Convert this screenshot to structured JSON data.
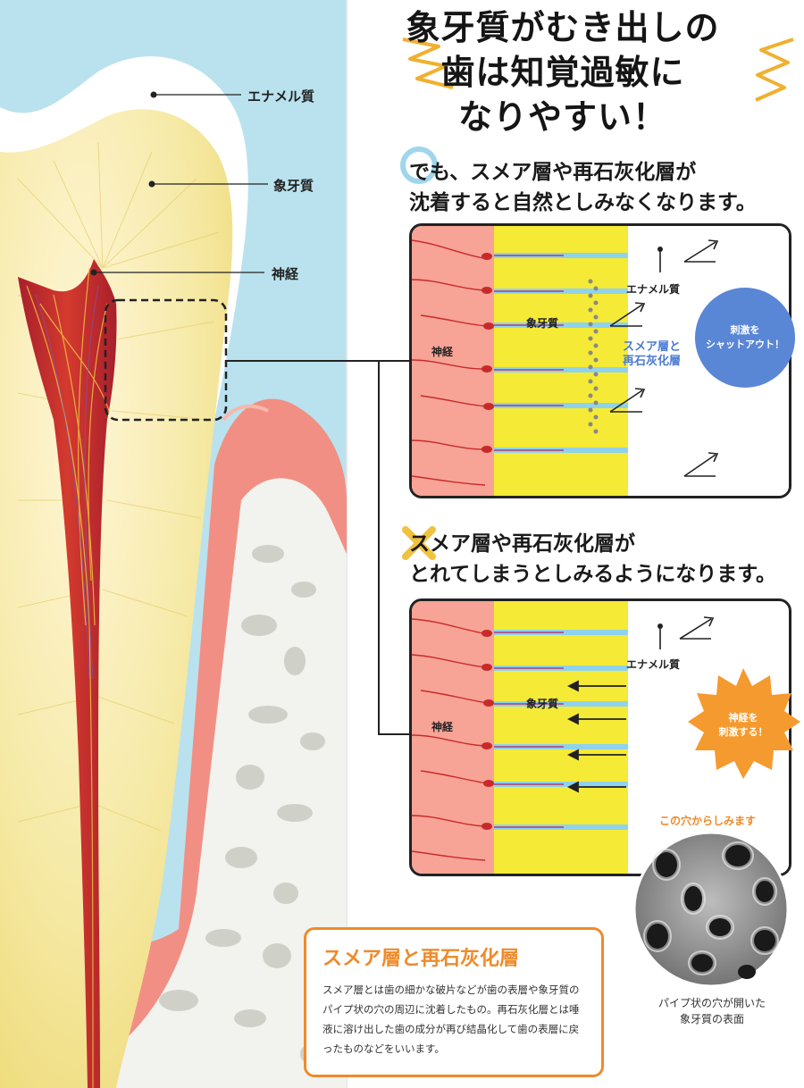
{
  "headline": {
    "line1": "象牙質がむき出しの",
    "line2": "歯は知覚過敏に",
    "line3": "なりやすい！"
  },
  "tooth_labels": {
    "enamel": "エナメル質",
    "dentin": "象牙質",
    "nerve": "神経"
  },
  "section1": {
    "line1": "でも、スメア層や再石灰化層が",
    "line2": "沈着すると自然としみなくなります。",
    "enamel_label": "エナメル質",
    "dentin_label": "象牙質",
    "nerve_label": "神経",
    "layer_label_1": "スメア層と",
    "layer_label_2": "再石灰化層",
    "badge_1": "刺激を",
    "badge_2": "シャットアウト！"
  },
  "section2": {
    "line1": "スメア層や再石灰化層が",
    "line2": "とれてしまうとしみるようになります。",
    "enamel_label": "エナメル質",
    "dentin_label": "象牙質",
    "nerve_label": "神経",
    "badge_1": "神経を",
    "badge_2": "刺激する！"
  },
  "photo": {
    "title": "この穴からしみます",
    "caption_1": "パイプ状の穴が開いた",
    "caption_2": "象牙質の表面"
  },
  "info": {
    "title": "スメア層と再石灰化層",
    "text": "スメア層とは歯の細かな破片などが歯の表層や象牙質のパイプ状の穴の周辺に沈着したもの。再石灰化層とは唾液に溶け出した歯の成分が再び結晶化して歯の表層に戻ったものなどをいいます。"
  },
  "colors": {
    "sky": "#b9e2ee",
    "dentin_yellow": "#f4e98a",
    "enamel_white": "#ffffff",
    "nerve_red": "#c82a2a",
    "gum_pink": "#f28f84",
    "accent_orange": "#ef8a2b",
    "accent_blue": "#5a86d6",
    "tubule_blue": "#8fd2ee"
  }
}
